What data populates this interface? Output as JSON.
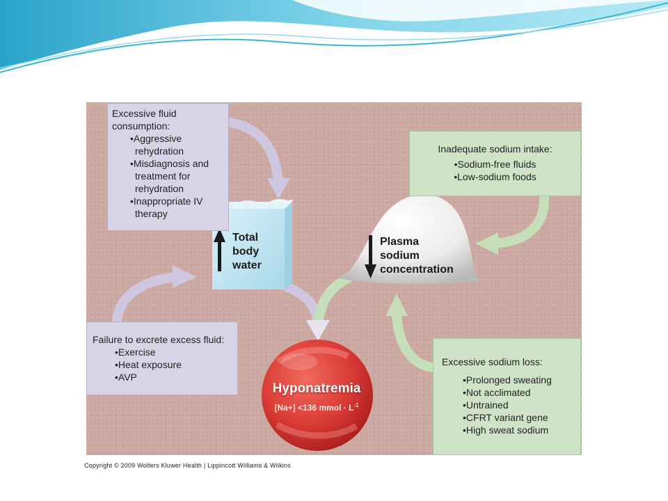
{
  "excessive_fluid": {
    "heading_line1": "Excessive fluid",
    "heading_line2": "consumption:",
    "items": [
      [
        "•Aggressive",
        "rehydration"
      ],
      [
        "•Misdiagnosis and",
        "treatment for",
        "rehydration"
      ],
      [
        "•Inappropriate IV",
        "therapy"
      ]
    ]
  },
  "failure_excrete": {
    "heading": "Failure to excrete excess fluid:",
    "items": [
      "•Exercise",
      "•Heat exposure",
      "•AVP"
    ]
  },
  "inadequate_sodium": {
    "heading": "Inadequate sodium intake:",
    "items": [
      "•Sodium-free fluids",
      "•Low-sodium foods"
    ]
  },
  "excessive_sodium_loss": {
    "heading": "Excessive sodium loss:",
    "items": [
      "•Prolonged sweating",
      "•Not acclimated",
      "•Untrained",
      "•CFRT variant gene",
      "•High sweat sodium"
    ]
  },
  "total_body_water": {
    "lines": [
      "Total",
      "body",
      "water"
    ],
    "direction": "up"
  },
  "plasma_sodium": {
    "lines": [
      "Plasma",
      "sodium",
      "concentration"
    ],
    "direction": "down"
  },
  "hyponatremia": {
    "title": "Hyponatremia",
    "subtitle": "[Na+] <136 mmol · L",
    "subtitle_sup": "-1"
  },
  "copyright": "Copyright © 2009 Wolters Kluwer Health | Lippincott Williams & Wilkins",
  "colors": {
    "panel": "#cba9a2",
    "purple_box": "#d9d3e6",
    "green_box": "#cfe3c6",
    "water_block": "#c8e6f0",
    "sphere": "#d83a36",
    "arrow_purple": "#cfc7e0",
    "arrow_green": "#c5dfb9",
    "wave_blue": "#38b6d8"
  }
}
